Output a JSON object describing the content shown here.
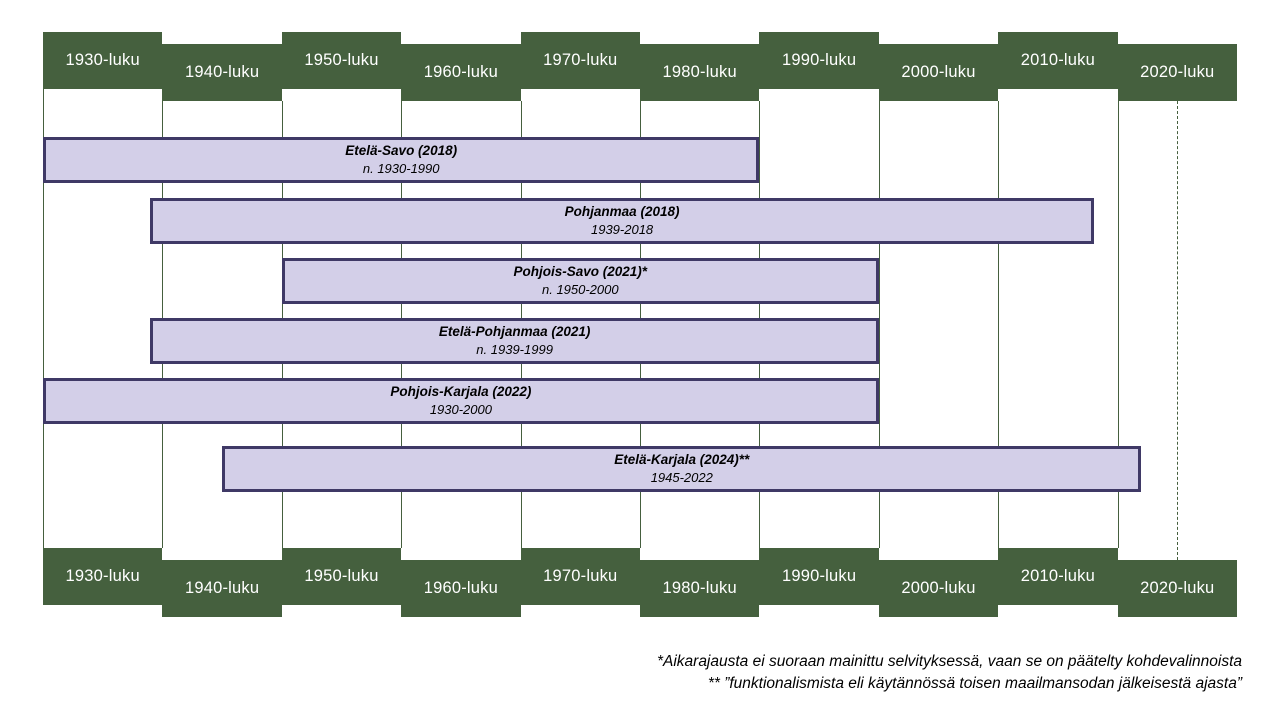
{
  "colors": {
    "band_green": "#45603E",
    "grid_green": "#455F3E",
    "bar_fill": "#D3CFE8",
    "bar_border": "#3F3966",
    "decade_text": "#FFFFFF",
    "text_black": "#000000"
  },
  "chart_data": {
    "type": "bar",
    "variant": "horizontal-gantt-timeline",
    "title": "",
    "xlim": [
      1930,
      2030
    ],
    "axis_ticks": [
      "1930-luku",
      "1940-luku",
      "1950-luku",
      "1960-luku",
      "1970-luku",
      "1980-luku",
      "1990-luku",
      "2000-luku",
      "2010-luku",
      "2020-luku"
    ],
    "axis_position": "top-and-bottom-staggered-bands",
    "grid": "vertical-decade-lines",
    "legend": "none",
    "series": [
      {
        "name": "Etelä-Savo (2018)",
        "label": "n. 1930-1990",
        "start": 1930,
        "end": 1990
      },
      {
        "name": "Pohjanmaa (2018)",
        "label": "1939-2018",
        "start": 1939,
        "end": 2018
      },
      {
        "name": "Pohjois-Savo (2021)*",
        "label": "n. 1950-2000",
        "start": 1950,
        "end": 2000
      },
      {
        "name": "Etelä-Pohjanmaa (2021)",
        "label": "n. 1939-1999",
        "start": 1939,
        "end": 1999,
        "end_visual": 2000
      },
      {
        "name": "Pohjois-Karjala (2022)",
        "label": "1930-2000",
        "start": 1930,
        "end": 2000
      },
      {
        "name": "Etelä-Karjala (2024)**",
        "label": "1945-2022",
        "start": 1945,
        "end": 2022
      }
    ],
    "reference_line": {
      "x": 2025,
      "style": "dashed"
    },
    "annotations": [
      "*Aikarajausta ei suoraan mainittu selvityksessä, vaan se on päätelty kohdevalinnoista",
      "** ”funktionalismista eli käytännössä toisen maailmansodan jälkeisestä ajasta”"
    ]
  }
}
